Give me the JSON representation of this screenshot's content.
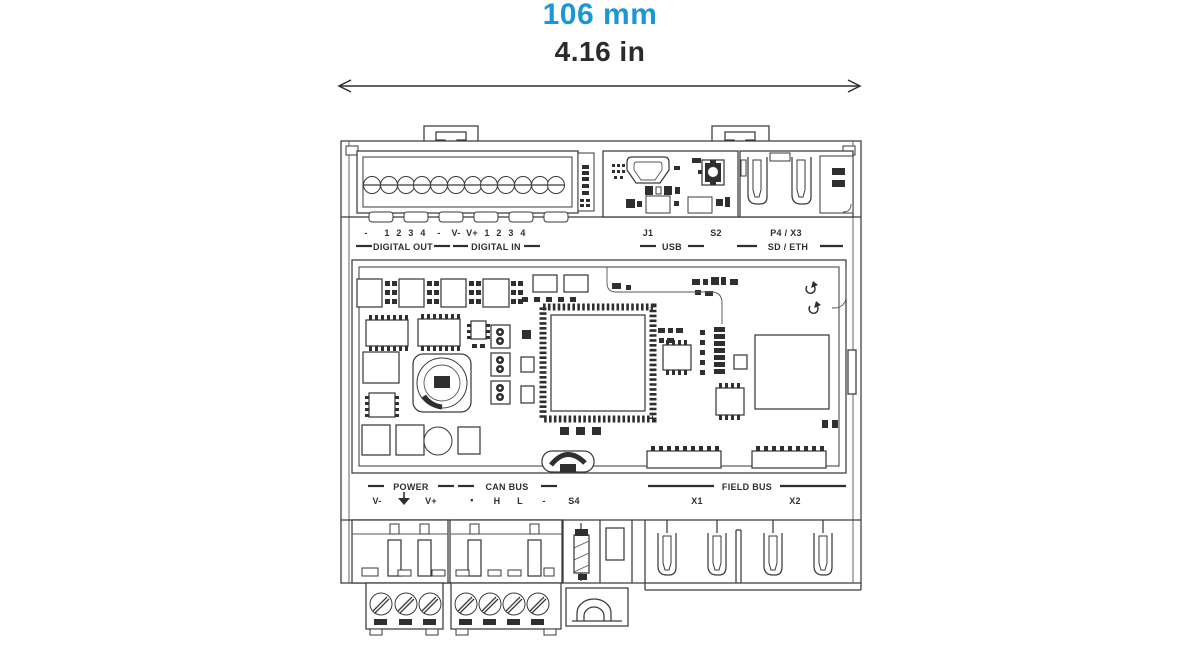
{
  "dimension": {
    "metric": "106 mm",
    "imperial": "4.16 in"
  },
  "colors": {
    "accent": "#1b97d5",
    "ink": "#2f2f2f",
    "line": "#3a3a3a"
  },
  "labels": {
    "pins_out": [
      "-",
      "1",
      "2",
      "3",
      "4"
    ],
    "pins_in": [
      "-",
      "V-",
      "V+",
      "1",
      "2",
      "3",
      "4"
    ],
    "digital_out": "DIGITAL OUT",
    "digital_in": "DIGITAL IN",
    "j1": "J1",
    "s2": "S2",
    "p4_x3": "P4 / X3",
    "usb": "USB",
    "sd_eth": "SD / ETH",
    "power": "POWER",
    "power_pins": [
      "V-",
      "V+"
    ],
    "can_bus": "CAN BUS",
    "can_shield": "•",
    "can_pins": [
      "H",
      "L",
      "-"
    ],
    "s4": "S4",
    "field_bus": "FIELD BUS",
    "x1": "X1",
    "x2": "X2"
  }
}
